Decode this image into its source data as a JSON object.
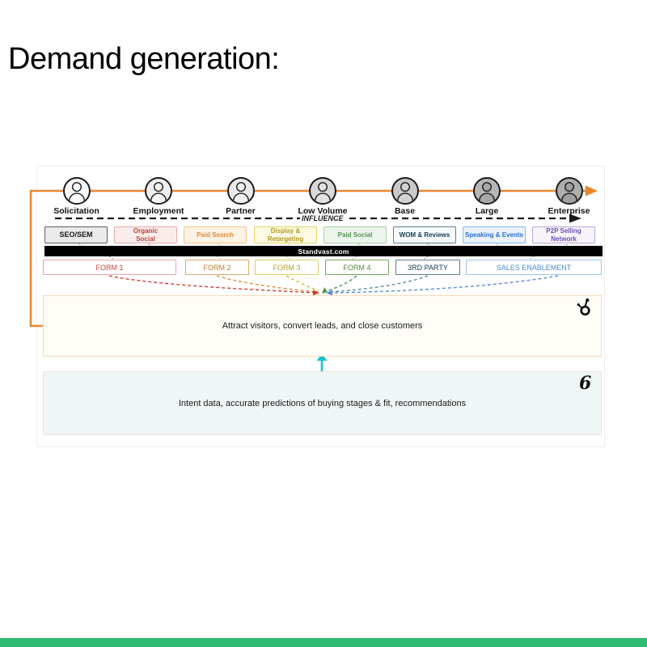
{
  "page": {
    "title": "Demand generation:",
    "footer_bar_color": "#2ebb6f"
  },
  "diagram": {
    "journey": {
      "segments": [
        "Solicitation",
        "Employment",
        "Partner",
        "Low Volume",
        "Base",
        "Large",
        "Enterprise"
      ],
      "line_color": "#e8862d"
    },
    "influence": {
      "label": "INFLUENCE",
      "line_color": "#1a1a1a"
    },
    "channels": [
      {
        "label": "SEO/SEM",
        "text_color": "#1a1a1a",
        "border_color": "#5e5e5e",
        "bg_color": "#eaeaea"
      },
      {
        "label": "Organic Social",
        "text_color": "#bf4036",
        "border_color": "#eba8a8",
        "bg_color": "#fbecec"
      },
      {
        "label": "Paid Search",
        "text_color": "#e08b3c",
        "border_color": "#f2c489",
        "bg_color": "#fdf2e4"
      },
      {
        "label": "Display & Retargeting",
        "text_color": "#b09a22",
        "border_color": "#e8d466",
        "bg_color": "#fdf9e2"
      },
      {
        "label": "Paid Social",
        "text_color": "#55944f",
        "border_color": "#a6d3a4",
        "bg_color": "#ecf5eb"
      },
      {
        "label": "WOM & Reviews",
        "text_color": "#173a52",
        "border_color": "#5f7d8c",
        "bg_color": "#f8fbfd"
      },
      {
        "label": "Speaking & Events",
        "text_color": "#2f6fd0",
        "border_color": "#86b7ea",
        "bg_color": "#eaf2fc"
      },
      {
        "label": "P2P Selling Network",
        "text_color": "#6d4fa8",
        "border_color": "#b9a6da",
        "bg_color": "#f6f3fb"
      }
    ],
    "website_bar": {
      "label": "Standvast.com",
      "bg_color": "#000000",
      "text_color": "#ffffff"
    },
    "forms": [
      {
        "label": "FORM 1",
        "text_color": "#c94040",
        "border_color": "#eda4a4"
      },
      {
        "label": "FORM 2",
        "text_color": "#c07820",
        "border_color": "#ddaa66"
      },
      {
        "label": "FORM 3",
        "text_color": "#b3a030",
        "border_color": "#ddcc66"
      },
      {
        "label": "FORM 4",
        "text_color": "#4e8a3c",
        "border_color": "#72a85e"
      },
      {
        "label": "3RD PARTY",
        "text_color": "#173a52",
        "border_color": "#5f7d8c"
      },
      {
        "label": "SALES ENABLEMENT",
        "text_color": "#4b8ad6",
        "border_color": "#9cc3ee"
      }
    ],
    "hubspot_box": {
      "text": "Attract visitors, convert leads, and close customers",
      "icon": "hubspot-sprocket-icon",
      "border_color": "#f6dcba",
      "bg_color": "#fffdf8"
    },
    "feedback_arrow_color": "#17c3c9",
    "intent_box": {
      "text": "Intent data, accurate predictions of buying stages & fit, recommendations",
      "logo_glyph": "6",
      "border_color": "#e7e7da",
      "bg_color": "#f0f5f6"
    }
  }
}
